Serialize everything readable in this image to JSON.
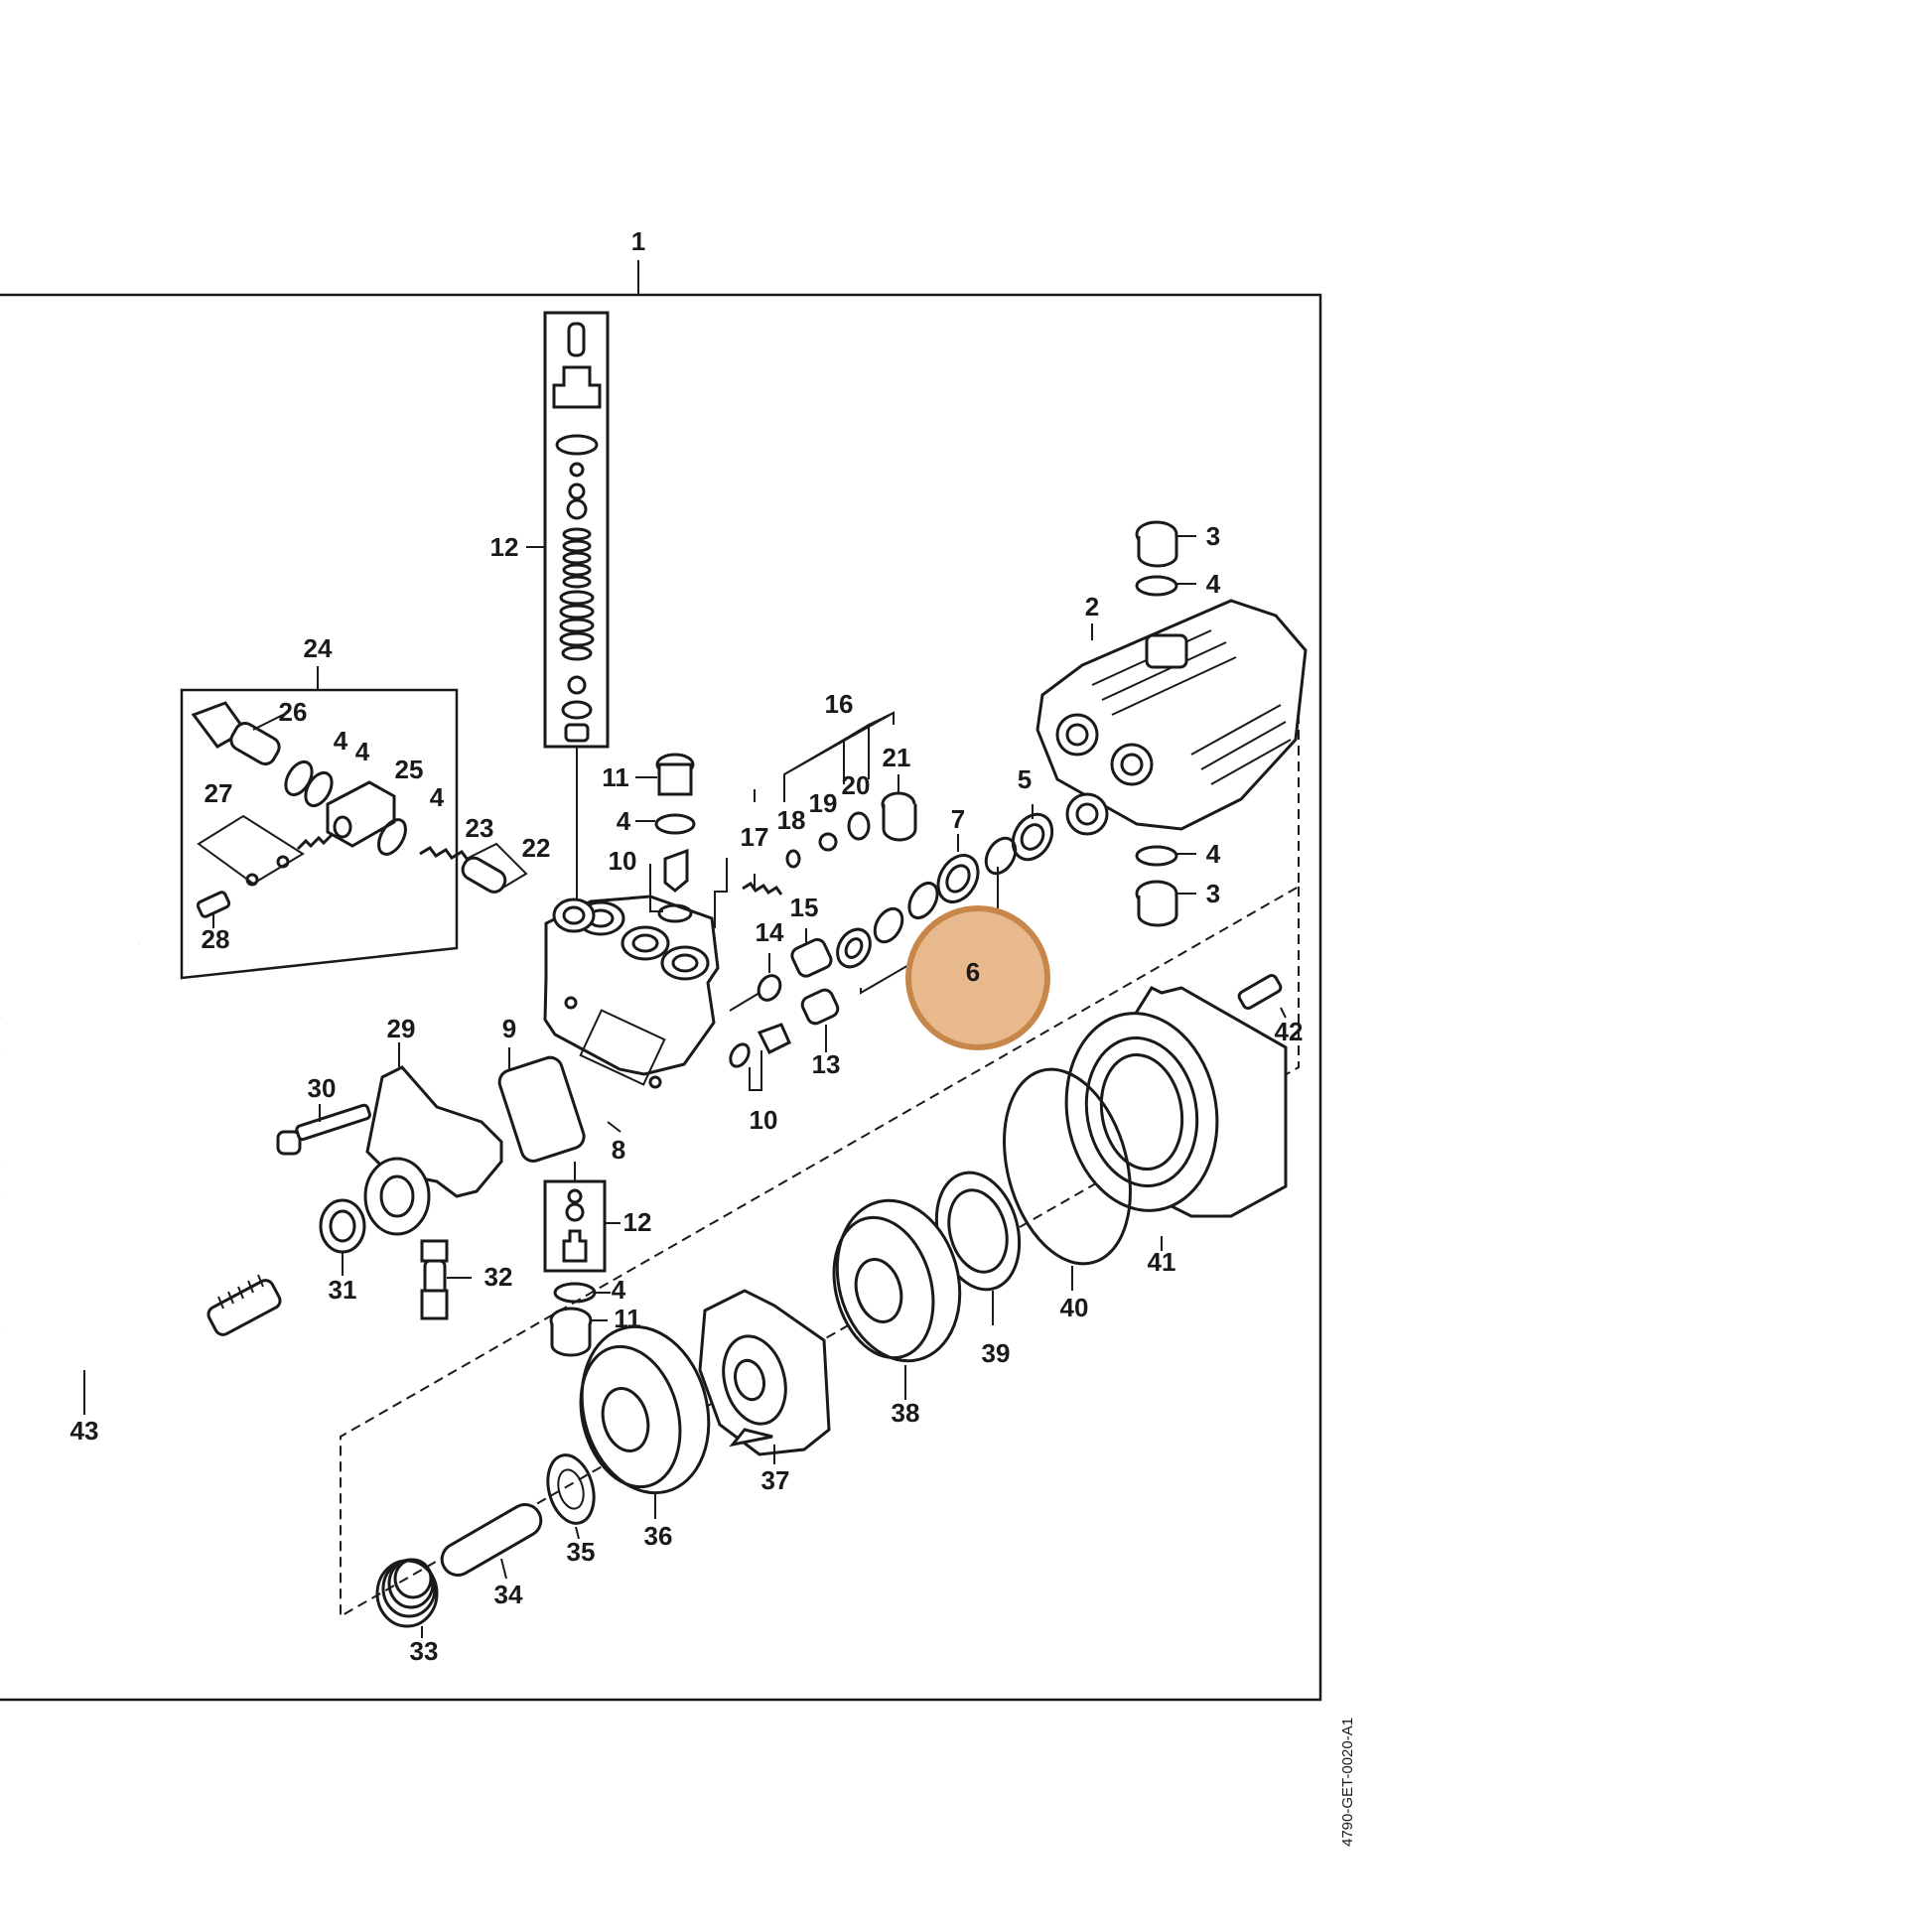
{
  "diagram": {
    "reference_code": "4790-GET-0020-A1",
    "highlight_color": "#c8874a",
    "highlight_fill": "#e8b98c",
    "highlighted_part": "6",
    "callouts": {
      "c1": "1",
      "c2": "2",
      "c3a": "3",
      "c3b": "3",
      "c4a": "4",
      "c4b": "4",
      "c4c": "4",
      "c4d": "4",
      "c4e": "4",
      "c4f": "4",
      "c4g": "4",
      "c5": "5",
      "c6": "6",
      "c7": "7",
      "c8": "8",
      "c9": "9",
      "c10a": "10",
      "c10b": "10",
      "c11a": "11",
      "c11b": "11",
      "c12a": "12",
      "c12b": "12",
      "c13": "13",
      "c14": "14",
      "c15": "15",
      "c16": "16",
      "c17": "17",
      "c18": "18",
      "c19": "19",
      "c20": "20",
      "c21": "21",
      "c22": "22",
      "c23": "23",
      "c24": "24",
      "c25": "25",
      "c26": "26",
      "c27": "27",
      "c28": "28",
      "c29": "29",
      "c30": "30",
      "c31": "31",
      "c32": "32",
      "c33": "33",
      "c34": "34",
      "c35": "35",
      "c36": "36",
      "c37": "37",
      "c38": "38",
      "c39": "39",
      "c40": "40",
      "c41": "41",
      "c42": "42",
      "c43": "43"
    }
  }
}
